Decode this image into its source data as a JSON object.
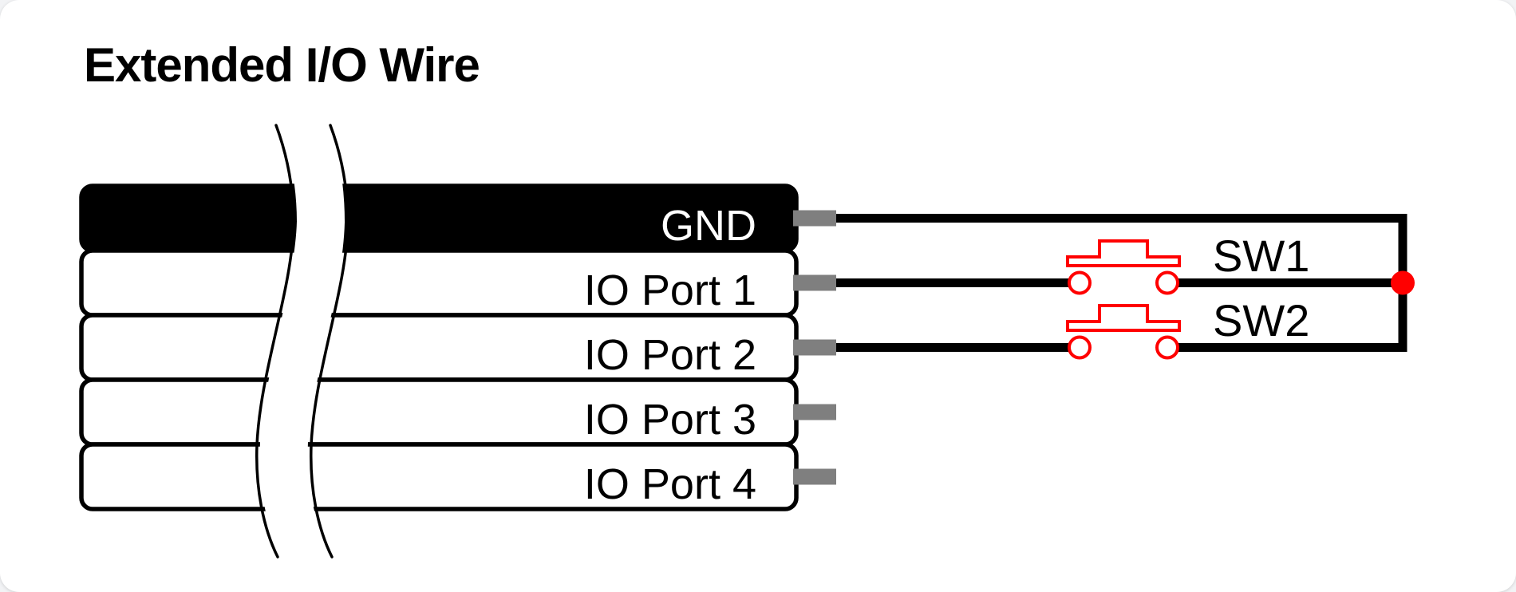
{
  "page": {
    "background": "#f2f3f5",
    "card_background": "#ffffff"
  },
  "diagram": {
    "title": "Extended I/O Wire",
    "colors": {
      "wire_outline": "#000000",
      "gnd_wire_fill": "#000000",
      "connector_pin": "#7f7f7f",
      "switch_symbol": "#ff0000",
      "junction_dot": "#ff0000"
    },
    "wires": [
      {
        "label": "GND"
      },
      {
        "label": "IO Port 1"
      },
      {
        "label": "IO Port 2"
      },
      {
        "label": "IO Port 3"
      },
      {
        "label": "IO Port 4"
      }
    ],
    "switches": [
      {
        "label": "SW1"
      },
      {
        "label": "SW2"
      }
    ]
  }
}
